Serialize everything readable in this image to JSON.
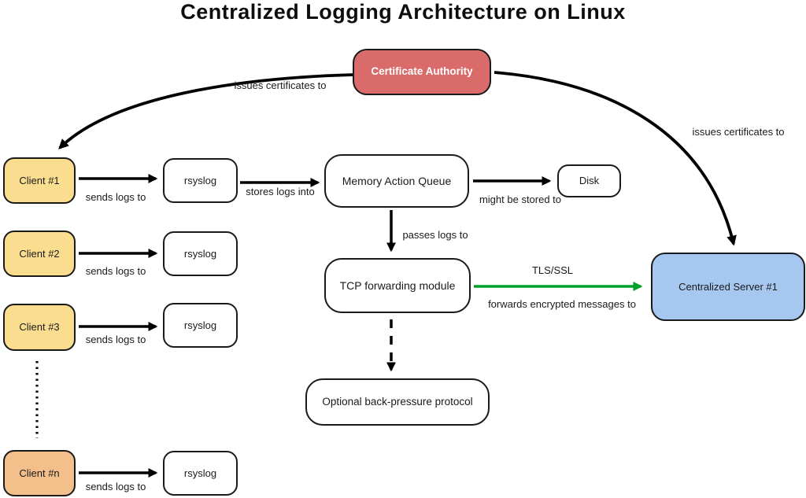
{
  "title": "Centralized Logging Architecture on Linux",
  "nodes": {
    "certificate_authority": "Certificate Authority",
    "client_1": "Client #1",
    "client_2": "Client #2",
    "client_3": "Client #3",
    "client_n": "Client #n",
    "rsyslog": "rsyslog",
    "memory_action_queue": "Memory Action Queue",
    "disk": "Disk",
    "tcp_forwarding_module": "TCP forwarding module",
    "centralized_server": "Centralized Server #1",
    "back_pressure": "Optional back-pressure protocol"
  },
  "edge_labels": {
    "issues_certificates": "issues certificates to",
    "sends_logs": "sends logs to",
    "stores_logs": "stores logs into",
    "might_be_stored": "might be stored to",
    "passes_logs": "passes logs to",
    "tls_ssl": "TLS/SSL",
    "forwards_encrypted": "forwards encrypted messages to"
  },
  "colors": {
    "certificate_authority_fill": "#d96b6b",
    "client_fill": "#fadd8f",
    "client_n_fill": "#f3bf8b",
    "server_fill": "#a6c8f0",
    "tls_arrow": "#00a12b",
    "arrow": "#000000"
  }
}
